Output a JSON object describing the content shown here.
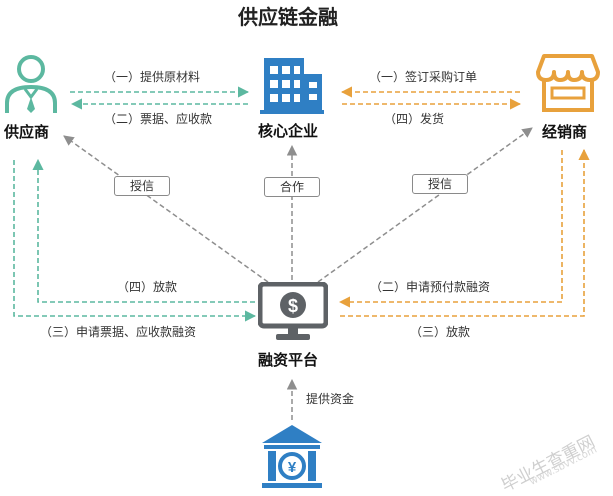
{
  "title": "供应链金融",
  "nodes": {
    "supplier": "供应商",
    "core_enterprise": "核心企业",
    "distributor": "经销商",
    "financing_platform": "融资平台"
  },
  "edges": {
    "supply_materials": "（一）提供原材料",
    "bills_receivables": "（二）票据、应收款",
    "sign_purchase_order": "（一）签订采购订单",
    "ship_goods": "（四）发货",
    "loan_to_supplier": "（四）放款",
    "apply_bill_financing": "（三）申请票据、应收款融资",
    "apply_prepayment_financing": "（二）申请预付款融资",
    "loan_to_distributor": "（三）放款",
    "provide_funds": "提供资金"
  },
  "boxes": {
    "credit_left": "授信",
    "cooperation": "合作",
    "credit_right": "授信"
  },
  "icons": {
    "bank_symbol": "¥",
    "platform_symbol": "$"
  },
  "watermark": {
    "main": "毕业生查重网",
    "sub": "www.sbvv.com"
  },
  "colors": {
    "green": "#5cb8a0",
    "orange": "#e8a13c",
    "blue": "#2f7fc4",
    "gray": "#8e8e8e",
    "dark_gray": "#5e6266"
  }
}
